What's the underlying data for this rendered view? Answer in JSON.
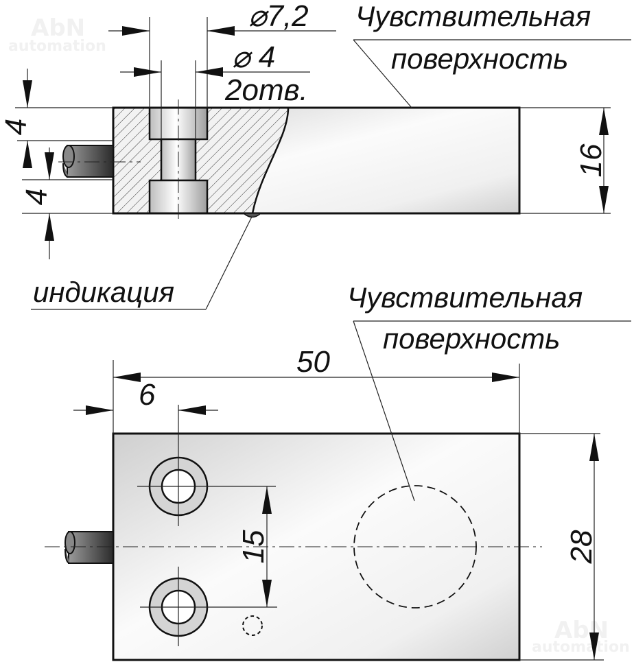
{
  "drawing": {
    "title": "Inductive proximity sensor — dimensional drawing",
    "watermark": {
      "line1": "AbN",
      "line2": "automation"
    },
    "side_view": {
      "dimensions": {
        "outer_hole_diameter": "⌀7,2",
        "inner_hole_diameter": "⌀ 4",
        "hole_count_note": "2отв.",
        "top_offset": "4",
        "cable_offset": "4",
        "height": "16"
      },
      "labels": {
        "sensing_surface_line1": "Чувствительная",
        "sensing_surface_line2": "поверхность",
        "indication": "индикация"
      }
    },
    "top_view": {
      "dimensions": {
        "length": "50",
        "hole_offset": "6",
        "hole_spacing": "15",
        "width": "28"
      },
      "labels": {
        "sensing_surface_line1": "Чувствительная",
        "sensing_surface_line2": "поверхность"
      }
    },
    "colors": {
      "line": "#111111",
      "body_fill_light": "#fafafa",
      "body_fill_dark": "#c8c8c8",
      "cable_dark": "#333333",
      "cable_light": "#9a9a9a",
      "washer_fill": "#d4d4d4"
    }
  }
}
